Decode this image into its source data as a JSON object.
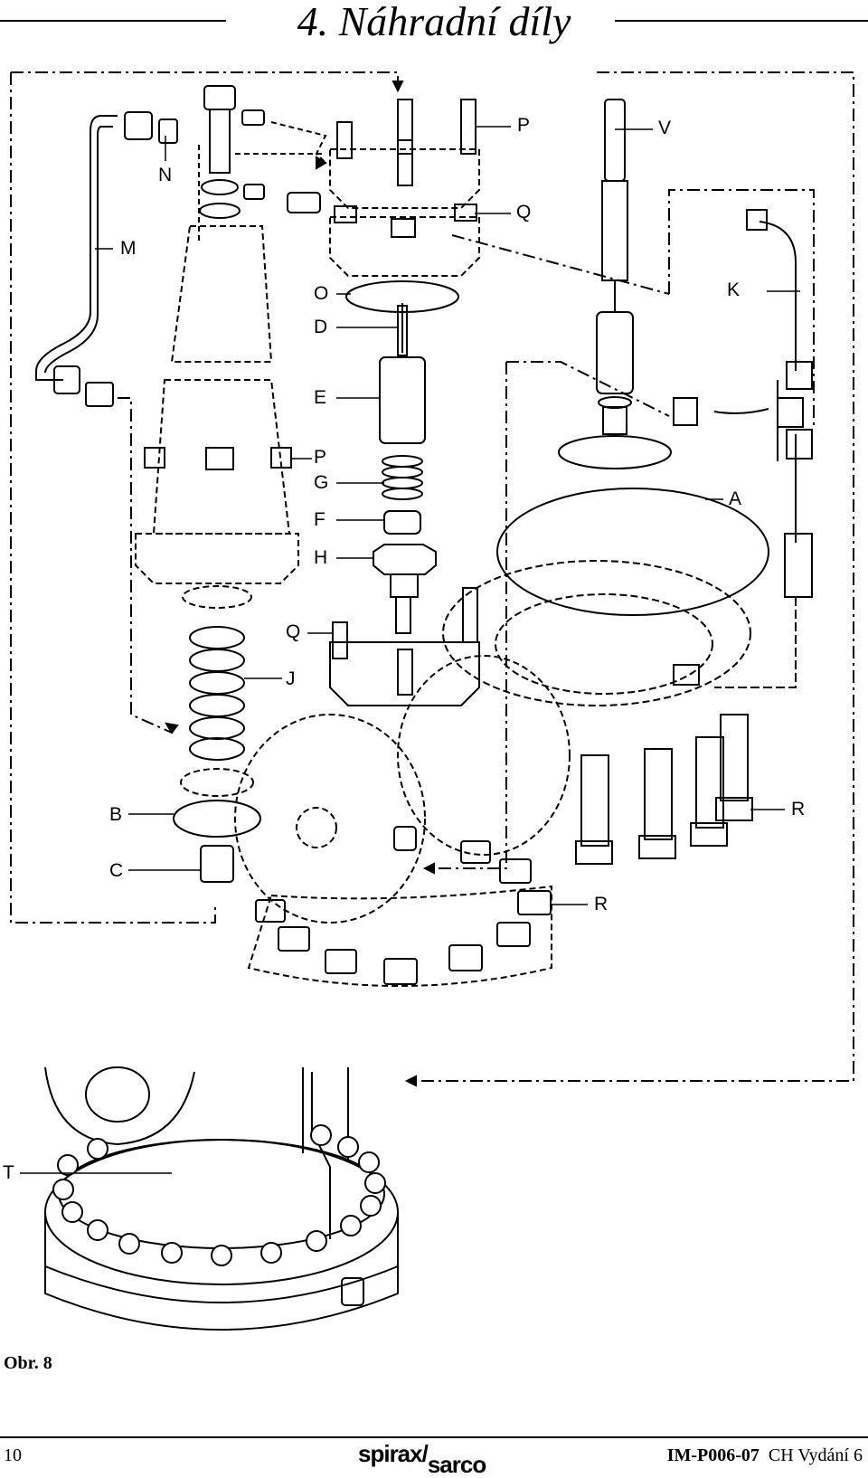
{
  "page": {
    "title": "4. Náhradní díly",
    "figure_label": "Obr. 8",
    "page_number": "10",
    "logo_part1": "spirax",
    "logo_part2": "sarco",
    "doc_code": "IM-P006-07",
    "doc_edition": "CH Vydání 6"
  },
  "callouts": {
    "P_top": "P",
    "V": "V",
    "N": "N",
    "Q_top": "Q",
    "M": "M",
    "K": "K",
    "O": "O",
    "D": "D",
    "E": "E",
    "P_mid": "P",
    "G": "G",
    "A": "A",
    "F": "F",
    "H": "H",
    "Q_mid": "Q",
    "J": "J",
    "R_right": "R",
    "B": "B",
    "C": "C",
    "R_bottom": "R",
    "T": "T"
  }
}
